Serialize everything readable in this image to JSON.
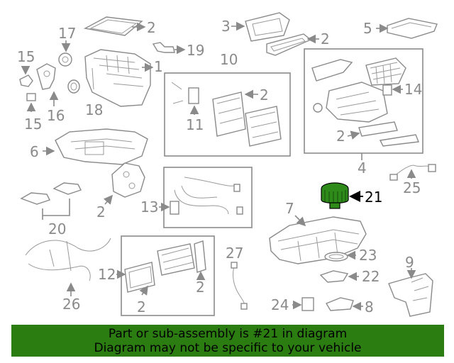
{
  "callouts": {
    "c1": "1",
    "c2": "2",
    "c3": "3",
    "c4": "4",
    "c5": "5",
    "c6": "6",
    "c7": "7",
    "c8": "8",
    "c9": "9",
    "c10": "10",
    "c11": "11",
    "c12": "12",
    "c13": "13",
    "c14": "14",
    "c15": "15",
    "c16": "16",
    "c17": "17",
    "c18": "18",
    "c19": "19",
    "c20": "20",
    "c21": "21",
    "c22": "22",
    "c23": "23",
    "c24": "24",
    "c25": "25",
    "c26": "26",
    "c27": "27"
  },
  "highlight_part": "21",
  "colors": {
    "line": "#8a8a8a",
    "highlight_part": "#2e8b1a",
    "banner_bg": "#2b7d12",
    "banner_text": "#000000"
  },
  "banner": {
    "line1": "Part or sub-assembly is #21 in diagram",
    "line2": "Diagram may not be specific to your vehicle"
  }
}
